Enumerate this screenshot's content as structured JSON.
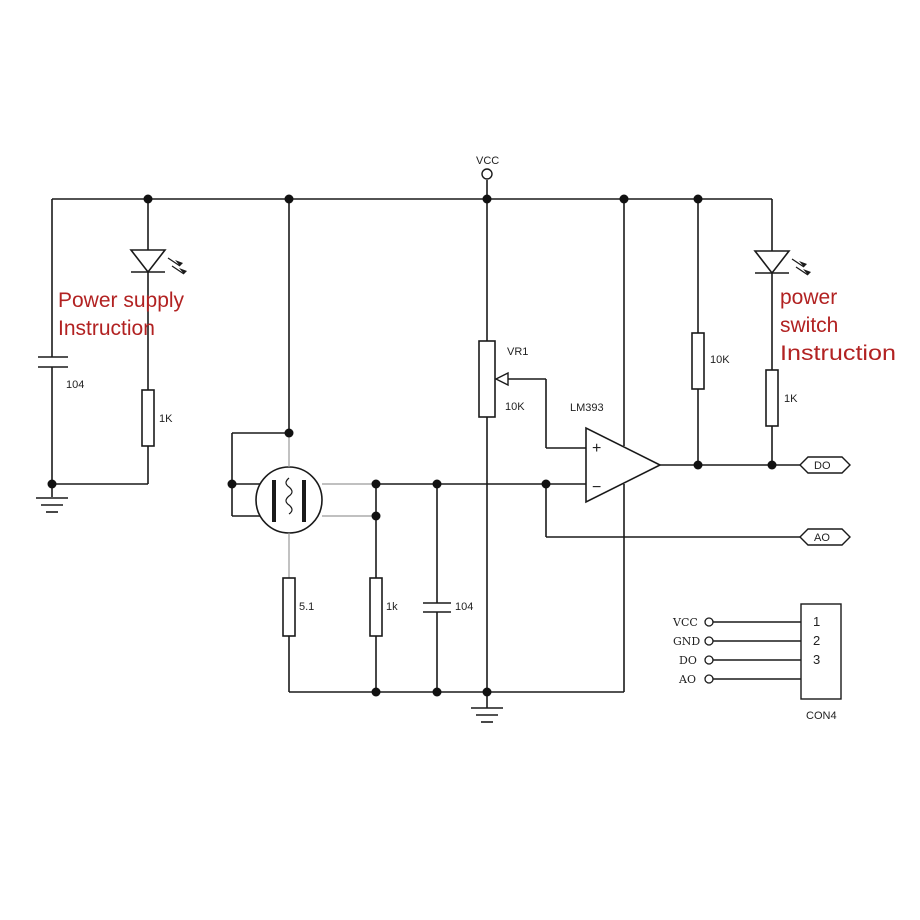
{
  "labels": {
    "vcc_top": "VCC",
    "vr1": "VR1",
    "vr1_value": "10K",
    "opamp": "LM393",
    "cap_left": "104",
    "res_led1": "1K",
    "res_pullup": "10K",
    "res_led2": "1K",
    "res_ldr": "5.1",
    "res_mid": "1k",
    "cap_mid": "104",
    "do_port": "DO",
    "ao_port": "AO",
    "plus": "+",
    "minus": "−"
  },
  "notes": {
    "left_line1": "Power supply",
    "left_line2": "Instruction",
    "right_line1": "power",
    "right_line2": "switch",
    "right_line3": "Instruction"
  },
  "connector": {
    "name": "CON4",
    "pins": [
      {
        "signal": "VCC",
        "number": "1"
      },
      {
        "signal": "GND",
        "number": "2"
      },
      {
        "signal": "DO",
        "number": "3"
      },
      {
        "signal": "AO",
        "number": ""
      }
    ]
  },
  "colors": {
    "wire": "#1a1a1a",
    "note": "#b22222"
  }
}
